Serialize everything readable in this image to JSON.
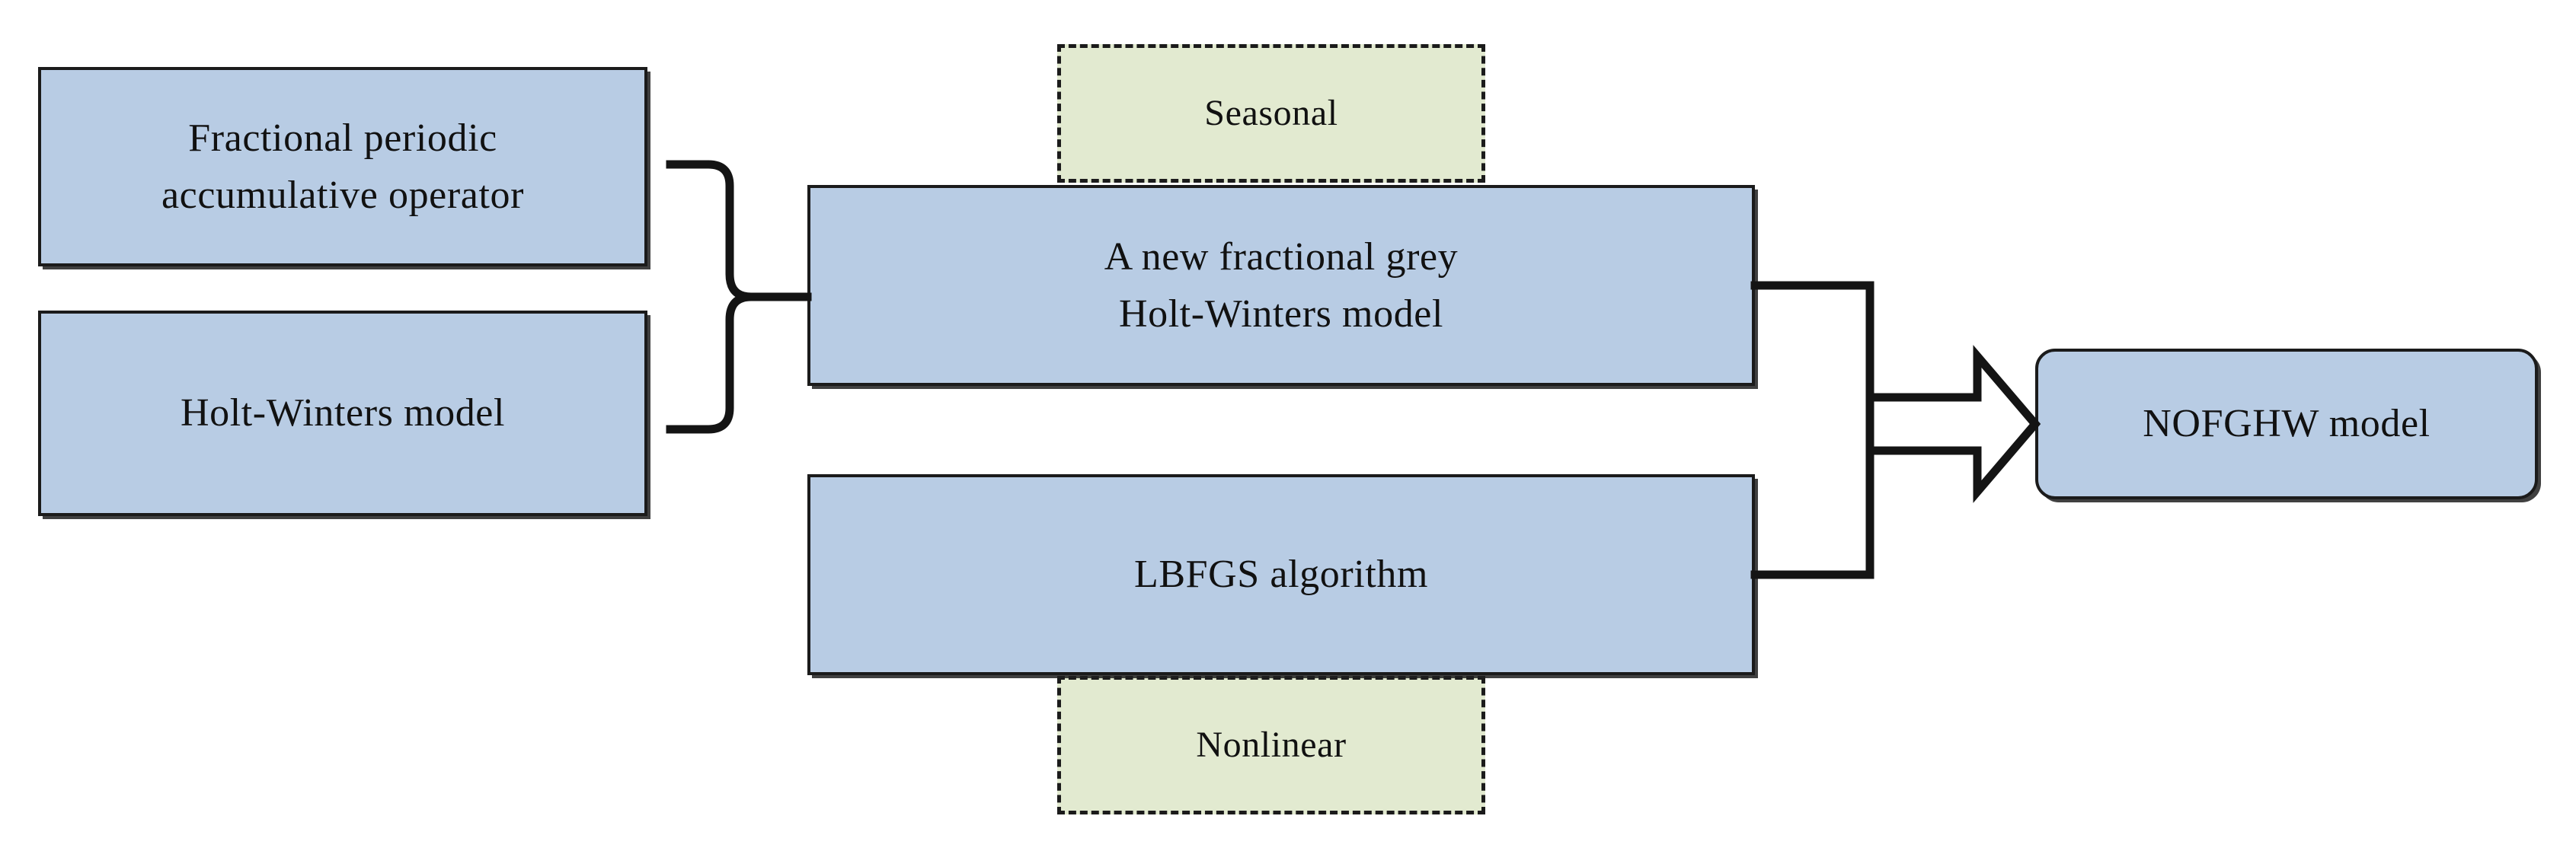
{
  "diagram": {
    "title": "NOFGHW model construction flow",
    "background_color": "#ffffff",
    "palette": {
      "solid_node_fill": "#b8cce4",
      "dashed_node_fill": "#e2ead0",
      "border_color": "#1b1b1b",
      "connector_color": "#141414",
      "text_color": "#111111"
    },
    "nodes": {
      "fractional_operator": {
        "label": "Fractional  periodic\naccumulative  operator",
        "shape": "rectangle",
        "style": "solid",
        "fill": "#b8cce4"
      },
      "holt_winters": {
        "label": "Holt-Winters  model",
        "shape": "rectangle",
        "style": "solid",
        "fill": "#b8cce4"
      },
      "seasonal": {
        "label": "Seasonal",
        "shape": "rectangle",
        "style": "dashed",
        "fill": "#e2ead0"
      },
      "new_model": {
        "label": "A new fractional  grey\nHolt-Winters  model",
        "shape": "rectangle",
        "style": "solid",
        "fill": "#b8cce4"
      },
      "lbfgs": {
        "label": "LBFGS algorithm",
        "shape": "rectangle",
        "style": "solid",
        "fill": "#b8cce4"
      },
      "nonlinear": {
        "label": "Nonlinear",
        "shape": "rectangle",
        "style": "dashed",
        "fill": "#e2ead0"
      },
      "nofghw": {
        "label": "NOFGHW model",
        "shape": "rounded-rectangle",
        "style": "solid",
        "fill": "#b8cce4"
      }
    },
    "connectors": [
      {
        "name": "brace-inputs-to-new-model",
        "type": "curly-brace",
        "from": [
          "fractional_operator",
          "holt_winters"
        ],
        "to": "new_model",
        "arrowhead": "none"
      },
      {
        "name": "merge-to-nofghw",
        "type": "elbow-merge",
        "from": [
          "new_model",
          "lbfgs"
        ],
        "to": "nofghw",
        "arrowhead": "block-outline"
      }
    ]
  }
}
